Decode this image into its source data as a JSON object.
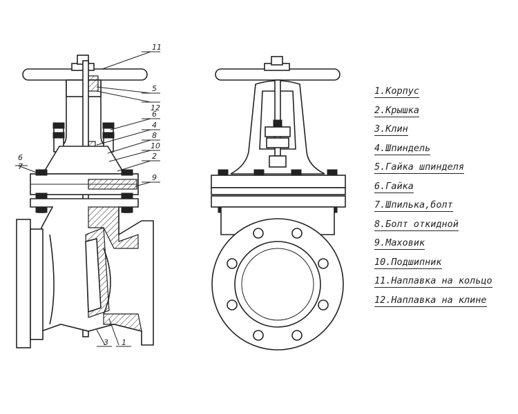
{
  "callouts": {
    "c11": "11",
    "c5": "5",
    "c12": "12",
    "c6r": "6",
    "c4": "4",
    "c8": "8",
    "c10": "10",
    "c2": "2",
    "c9": "9",
    "c6l": "6",
    "c7": "7",
    "c3": "3",
    "c1": "1"
  },
  "legend": [
    "1.Корпус",
    "2.Крышка",
    "3.Клин",
    "4.Шпиндель",
    "5.Гайка шпинделя",
    "6.Гайка",
    "7.Шпилька,болт",
    "8.Болт откидной",
    "9.Маховик",
    "10.Подшипник",
    "11.Наплавка на кольцо",
    "12.Наплавка на клине"
  ]
}
